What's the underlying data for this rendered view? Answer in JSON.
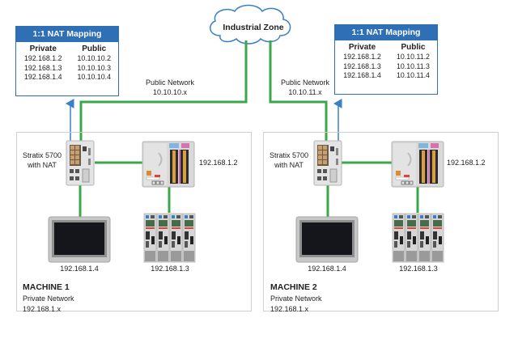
{
  "cloud": {
    "label": "Industrial Zone"
  },
  "colors": {
    "nat_blue": "#2f6fb6",
    "link_green": "#3aa84a",
    "mapping_arrow": "#3b7fc9",
    "machine_border": "#cfcfcf"
  },
  "machines": [
    {
      "title": "MACHINE 1",
      "network_label": "Private Network",
      "network_subnet": "192.168.1.x",
      "switch_label_line1": "Stratix 5700",
      "switch_label_line2": "with NAT",
      "plc_ip": "192.168.1.2",
      "hmi_ip": "192.168.1.4",
      "drives_ip": "192.168.1.3",
      "public_network_label": "Public Network",
      "public_network_subnet": "10.10.10.x",
      "nat": {
        "title": "1:1 NAT Mapping",
        "headers": [
          "Private",
          "Public"
        ],
        "rows": [
          [
            "192.168.1.2",
            "10.10.10.2"
          ],
          [
            "192.168.1.3",
            "10.10.10.3"
          ],
          [
            "192.168.1.4",
            "10.10.10.4"
          ]
        ]
      }
    },
    {
      "title": "MACHINE 2",
      "network_label": "Private Network",
      "network_subnet": "192.168.1.x",
      "switch_label_line1": "Stratix 5700",
      "switch_label_line2": "with NAT",
      "plc_ip": "192.168.1.2",
      "hmi_ip": "192.168.1.4",
      "drives_ip": "192.168.1.3",
      "public_network_label": "Public Network",
      "public_network_subnet": "10.10.11.x",
      "nat": {
        "title": "1:1 NAT Mapping",
        "headers": [
          "Private",
          "Public"
        ],
        "rows": [
          [
            "192.168.1.2",
            "10.10.11.2"
          ],
          [
            "192.168.1.3",
            "10.10.11.3"
          ],
          [
            "192.168.1.4",
            "10.10.11.4"
          ]
        ]
      }
    }
  ]
}
